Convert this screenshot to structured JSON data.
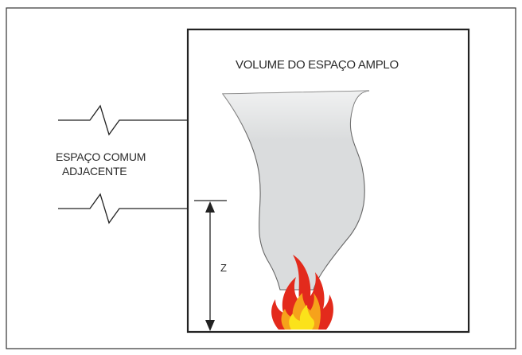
{
  "labels": {
    "volume": "VOLUME DO ESPAÇO AMPLO",
    "adjacent_line1": "ESPAÇO COMUM",
    "adjacent_line2": "ADJACENTE",
    "height": "Z"
  },
  "colors": {
    "frame": "#222222",
    "smoke": "#dadcdd",
    "flame_outer": "#e32a1c",
    "flame_middle": "#f6a21b",
    "flame_inner": "#fbe21a"
  }
}
